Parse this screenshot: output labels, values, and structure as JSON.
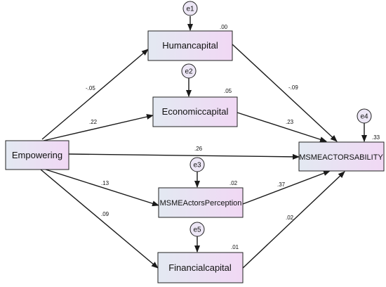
{
  "nodes": {
    "empowering": "Empowering",
    "human": "Humancapital",
    "economic": "Economiccapital",
    "perception": "MSMEActorsPerception",
    "financial": "Financialcapital",
    "sustainability": "MSMEACTORSABILITY"
  },
  "errors": {
    "e1": "e1",
    "e2": "e2",
    "e3": "e3",
    "e4": "e4",
    "e5": "e5"
  },
  "r_squared": {
    "human": ".00",
    "economic": ".05",
    "perception": ".02",
    "financial": ".01",
    "sustainability": ".33"
  },
  "paths": {
    "emp_human": "-.05",
    "emp_economic": ".22",
    "emp_sustain": ".26",
    "emp_perception": ".13",
    "emp_financial": ".09",
    "human_sustain": "-.09",
    "economic_sustain": ".23",
    "perception_sustain": ".37",
    "financial_sustain": ".02"
  },
  "colors": {
    "box_left": "#e3e9f2",
    "box_right": "#f1d8f4",
    "error_fill": "#ece6f5",
    "line": "#1a1a1a"
  }
}
